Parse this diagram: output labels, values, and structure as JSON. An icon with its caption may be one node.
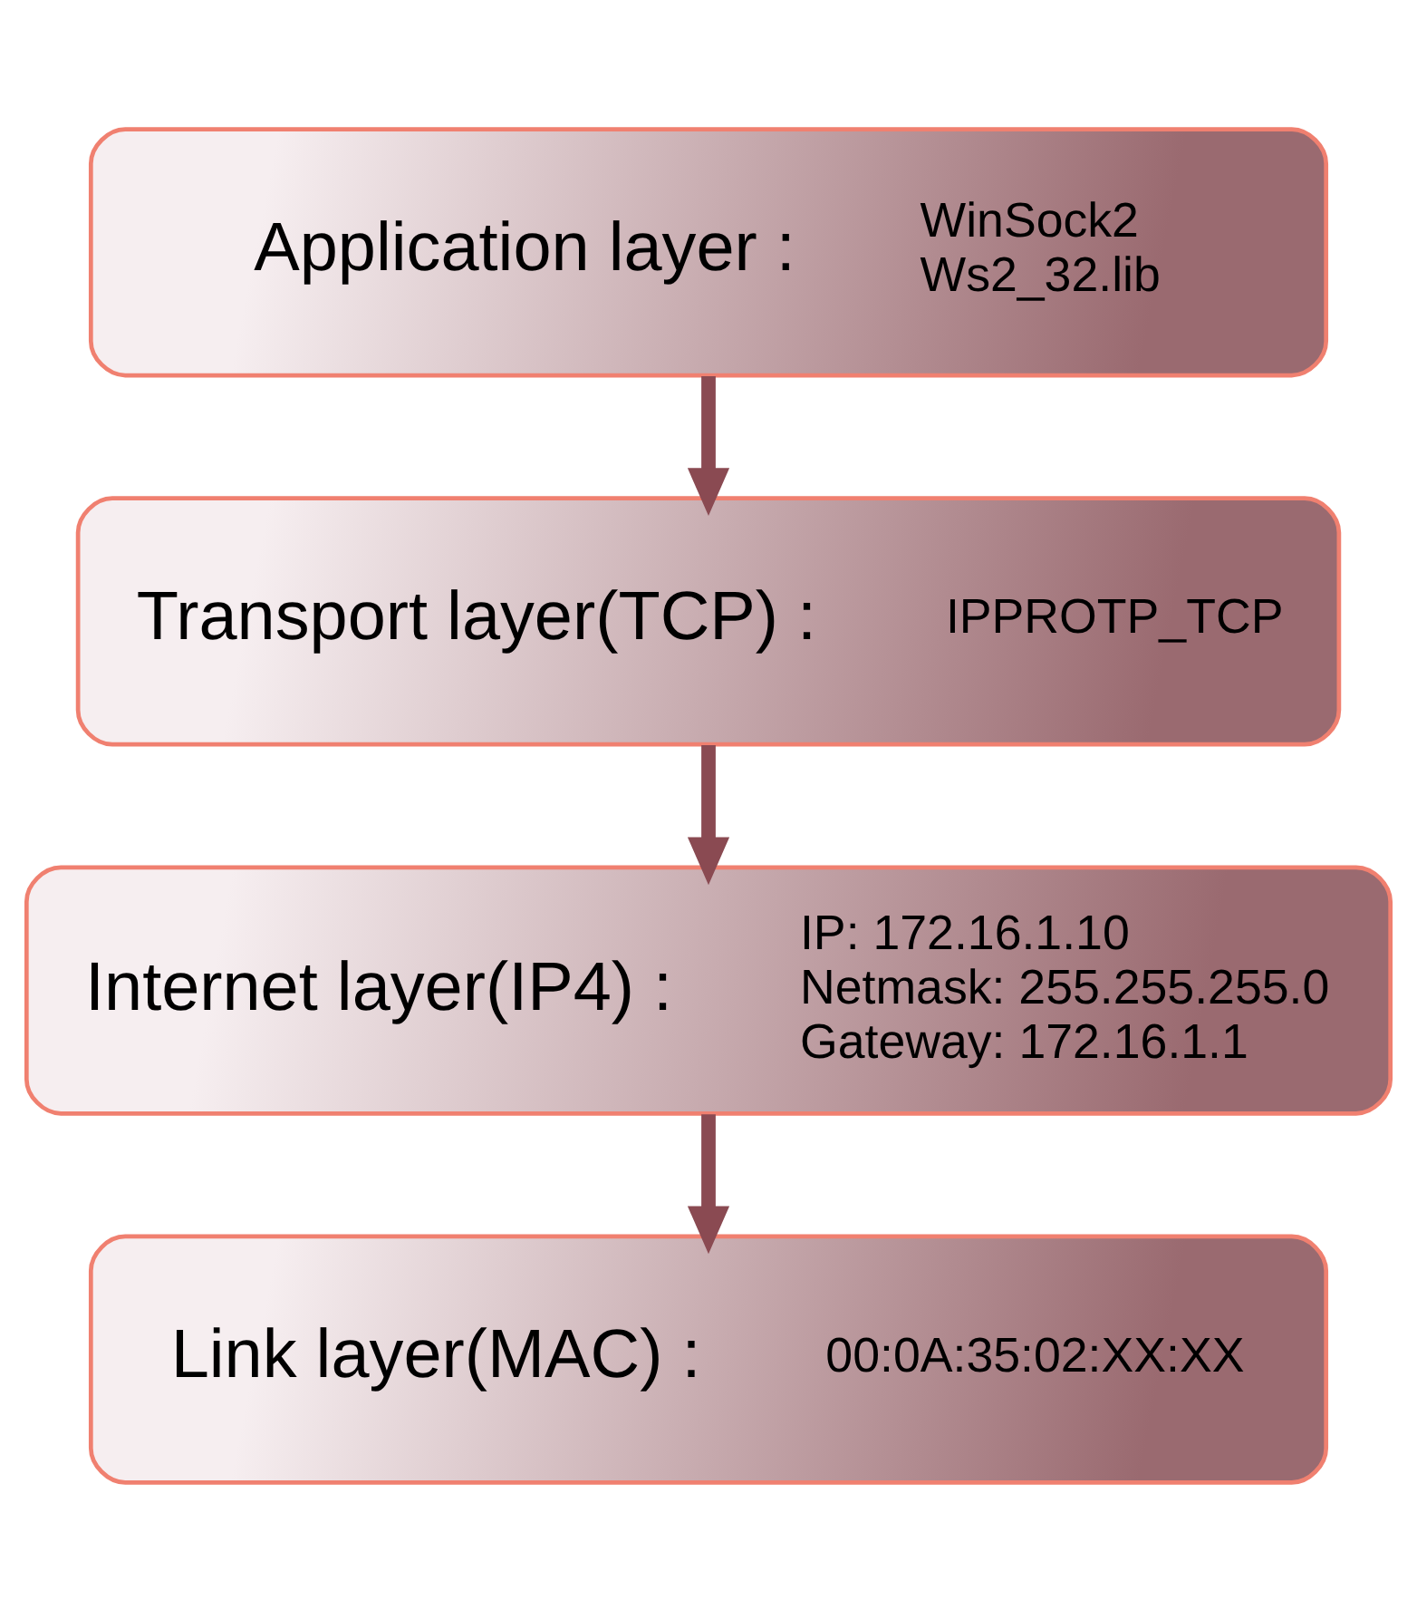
{
  "diagram": {
    "nodes": [
      {
        "text": [
          "Application layer :",
          "WinSock2 Ws2_32.lib"
        ]
      },
      {
        "text": [
          "Transport layer(TCP) :",
          "IPPROTP_TCP"
        ]
      },
      {
        "text": [
          "Internet layer(IP4) :",
          "IP: 172.16.1.10 Netmask: 255.255.255.0 Gateway: 172.16.1.1"
        ]
      },
      {
        "text": [
          "Link layer(MAC) :",
          "00:0A:35:02:XX:XX"
        ]
      }
    ],
    "edges": [
      {
        "from": 0,
        "to": 1,
        "arrow": "to"
      },
      {
        "from": 1,
        "to": 2,
        "arrow": "to"
      },
      {
        "from": 2,
        "to": 3,
        "arrow": "to"
      }
    ]
  }
}
